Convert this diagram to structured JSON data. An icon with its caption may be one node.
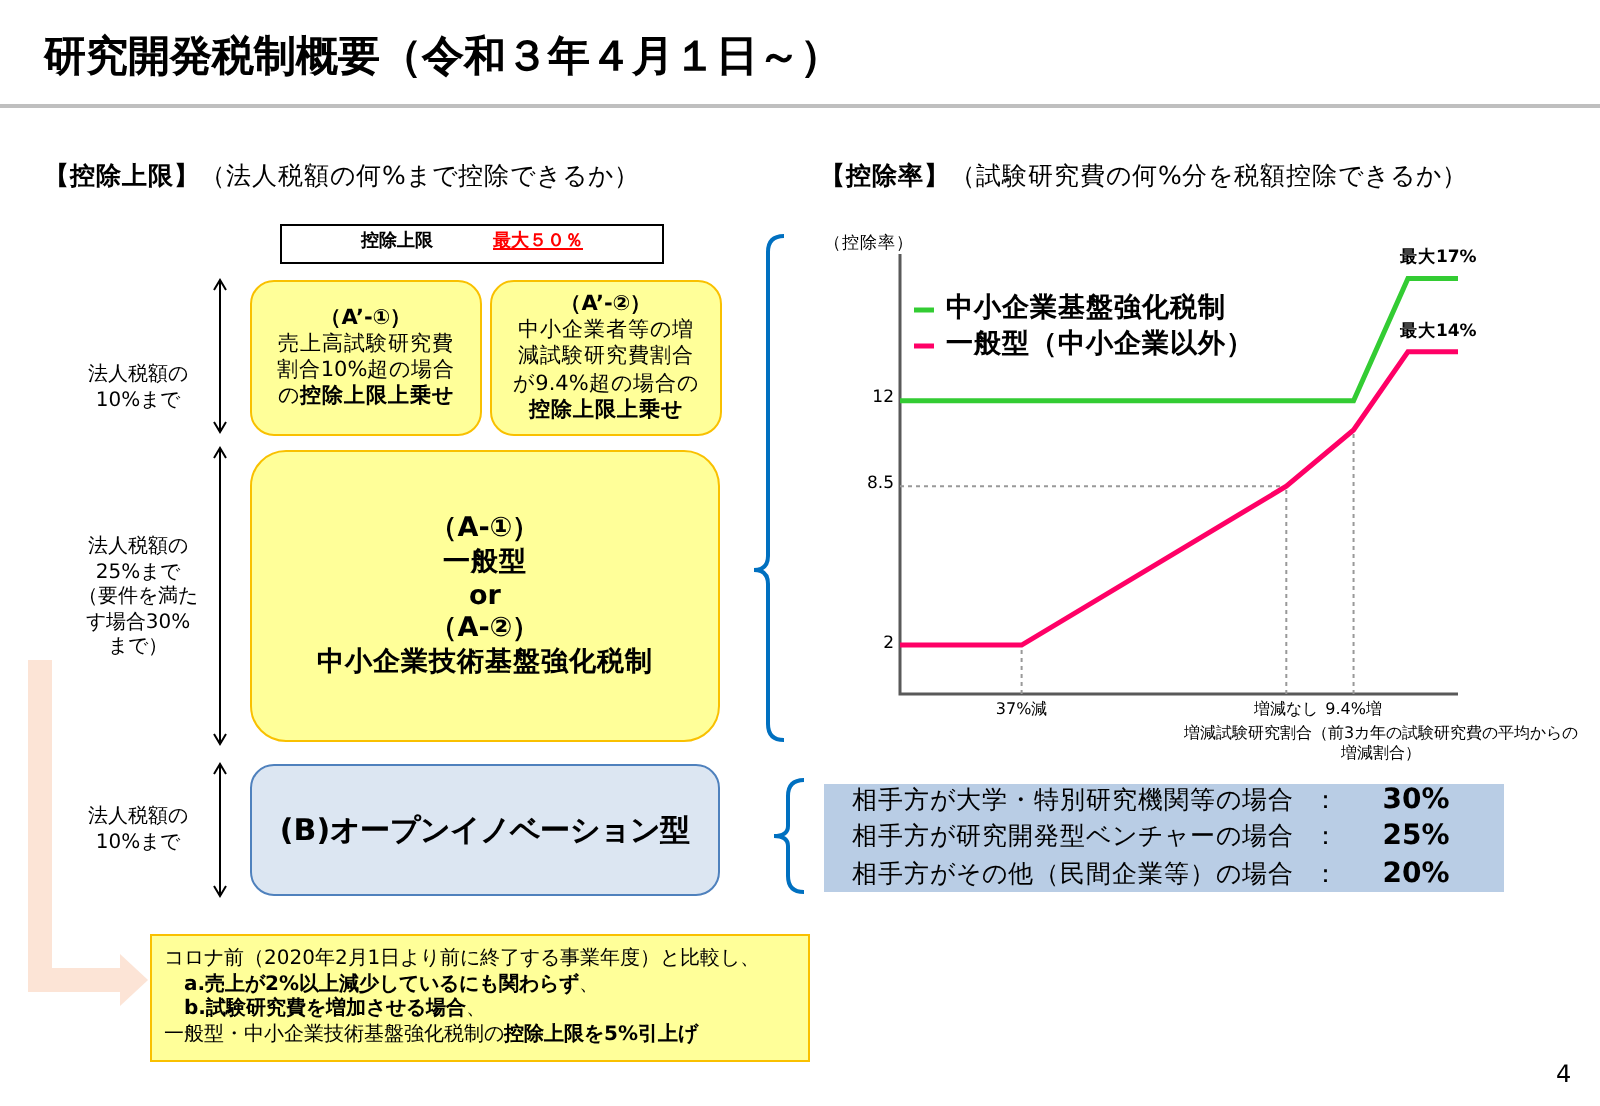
{
  "diagram": {
    "title": "研究開発税制概要（令和３年４月１日～）",
    "nodes": [
      {
        "text": [
          "控除上限",
          "最大５０％"
        ]
      },
      {
        "text": [
          "（A’-①）",
          "売上高試験研究費割合10%超の場合の**控除上限上乗せ**"
        ]
      },
      {
        "text": [
          "（A’-②）",
          "中小企業者等の増減試験研究費割合が9.4%超の場合の**控除上限上乗せ**"
        ]
      },
      {
        "text": [
          "（A-①）",
          "一般型",
          "or",
          "（A-②）",
          "中小企業技術基盤強化税制"
        ]
      },
      {
        "text": [
          "(B)オープンイノベーション型"
        ]
      },
      {
        "text": [
          "コロナ前（2020年2月1日より前に終了する事業年度）と比較し、",
          "**a.売上が2%以上減少しているにも関わらず**、",
          "**b.試験研究費を増加させる場合**、",
          "一般型・中小企業技術基盤強化税制の**控除上限を5%引上げ**"
        ]
      },
      {
        "text": [
          "相手方が大学・特別研究機関等の場合",
          "：",
          "30%",
          "相手方が研究開発型ベンチャーの場合",
          "：",
          "25%",
          "相手方がその他（民間企業等）の場合",
          "：",
          "20%"
        ]
      }
    ],
    "edges": [
      {
        "from": null,
        "to": 5,
        "arrow": "to",
        "color": "#fce4d6"
      }
    ],
    "labels": [
      "**【控除上限】**（法人税額の何%まで控除できるか）",
      "**【控除率】**（試験研究費の何%分を税額控除できるか）",
      "法人税額の10%まで",
      "法人税額の25%まで（要件を満たす場合30%まで）",
      "法人税額の10%まで",
      "4"
    ],
    "chart_data": {
      "type": "line",
      "xlabel": "増減試験研究割合（前3カ年の試験研究費の平均からの増減割合）",
      "ylabel": "（控除率）",
      "x": [
        -54,
        -37,
        0,
        9.4,
        17,
        24
      ],
      "series": [
        {
          "name": "中小企業基盤強化税制",
          "color": "#33cc33",
          "values": [
            12,
            12,
            12,
            12,
            17,
            17
          ]
        },
        {
          "name": "一般型（中小企業以外）",
          "color": "#ff0066",
          "values": [
            2,
            2,
            8.5,
            10.8,
            14,
            14
          ]
        }
      ],
      "legend": true,
      "ref_lines": [
        {
          "axis": "y",
          "value": 8.5
        },
        {
          "axis": "x",
          "value": -37
        },
        {
          "axis": "x",
          "value": 0
        },
        {
          "axis": "x",
          "value": 9.4
        }
      ],
      "xlim": [
        -54,
        24
      ],
      "ylim": [
        0,
        18
      ],
      "xticks": [
        {
          "value": -37,
          "label": "37%減"
        },
        {
          "value": 0,
          "label": "増減なし"
        },
        {
          "value": 9.4,
          "label": "9.4%増"
        }
      ],
      "yticks": [
        2,
        8.5,
        12
      ],
      "annotations": [
        {
          "text": "最大17%",
          "x": 17,
          "y": 17
        },
        {
          "text": "最大14%",
          "x": 17,
          "y": 14
        }
      ]
    }
  }
}
